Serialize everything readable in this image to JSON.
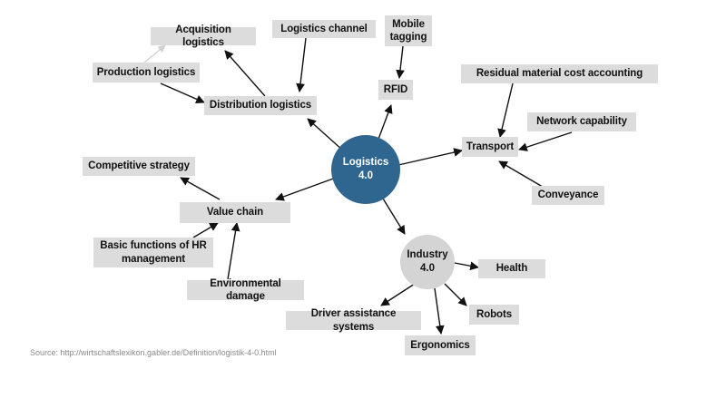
{
  "hub": {
    "line1": "Logistics",
    "line2": "4.0"
  },
  "subhub": {
    "line1": "Industry",
    "line2": "4.0"
  },
  "nodes": {
    "acquisition_logistics": "Acquisition logistics",
    "logistics_channel": "Logistics channel",
    "mobile_tagging_1": "Mobile",
    "mobile_tagging_2": "tagging",
    "production_logistics": "Production logistics",
    "distribution_logistics": "Distribution logistics",
    "rfid": "RFID",
    "residual_material": "Residual material cost accounting",
    "network_capability": "Network capability",
    "transport": "Transport",
    "conveyance": "Conveyance",
    "competitive_strategy": "Competitive strategy",
    "value_chain": "Value chain",
    "hr_1": "Basic functions of HR",
    "hr_2": "management",
    "environmental_damage": "Environmental damage",
    "health": "Health",
    "robots": "Robots",
    "driver_assistance": "Driver assistance systems",
    "ergonomics": "Ergonomics"
  },
  "source": "Source: http://wirtschaftslexikon.gabler.de/Definition/logistik-4-0.html",
  "colors": {
    "hub": "#2f6690",
    "box": "#dcdcdc",
    "subhub": "#d4d4d4"
  }
}
